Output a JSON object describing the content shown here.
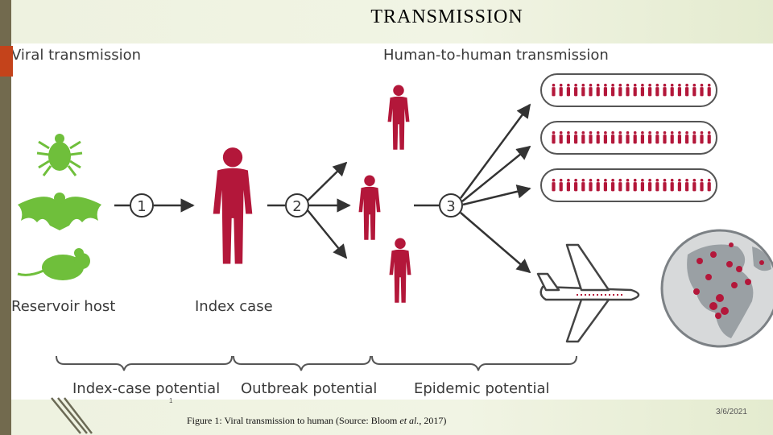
{
  "slide": {
    "title": "TRANSMISSION",
    "caption_prefix": "Figure 1: Viral transmission to human (Source: Bloom ",
    "caption_italic": "et al.",
    "caption_suffix": ", 2017)",
    "date": "3/6/2021",
    "slide_number": "1"
  },
  "figure": {
    "section_viral": "Viral transmission",
    "section_human": "Human-to-human transmission",
    "label_reservoir": "Reservoir host",
    "label_index_case": "Index case",
    "step_1": "1",
    "step_2": "2",
    "step_3": "3",
    "phase_index": "Index-case potential",
    "phase_outbreak": "Outbreak potential",
    "phase_epidemic": "Epidemic potential"
  },
  "colors": {
    "person": "#b3173a",
    "animal": "#6fbf3b",
    "arrow": "#333333",
    "globe": "#c9ccce",
    "land": "#8d9296"
  },
  "icons": [
    "tick-icon",
    "bat-icon",
    "mouse-icon",
    "person-icon",
    "airplane-icon",
    "globe-icon",
    "arrow-icon"
  ]
}
